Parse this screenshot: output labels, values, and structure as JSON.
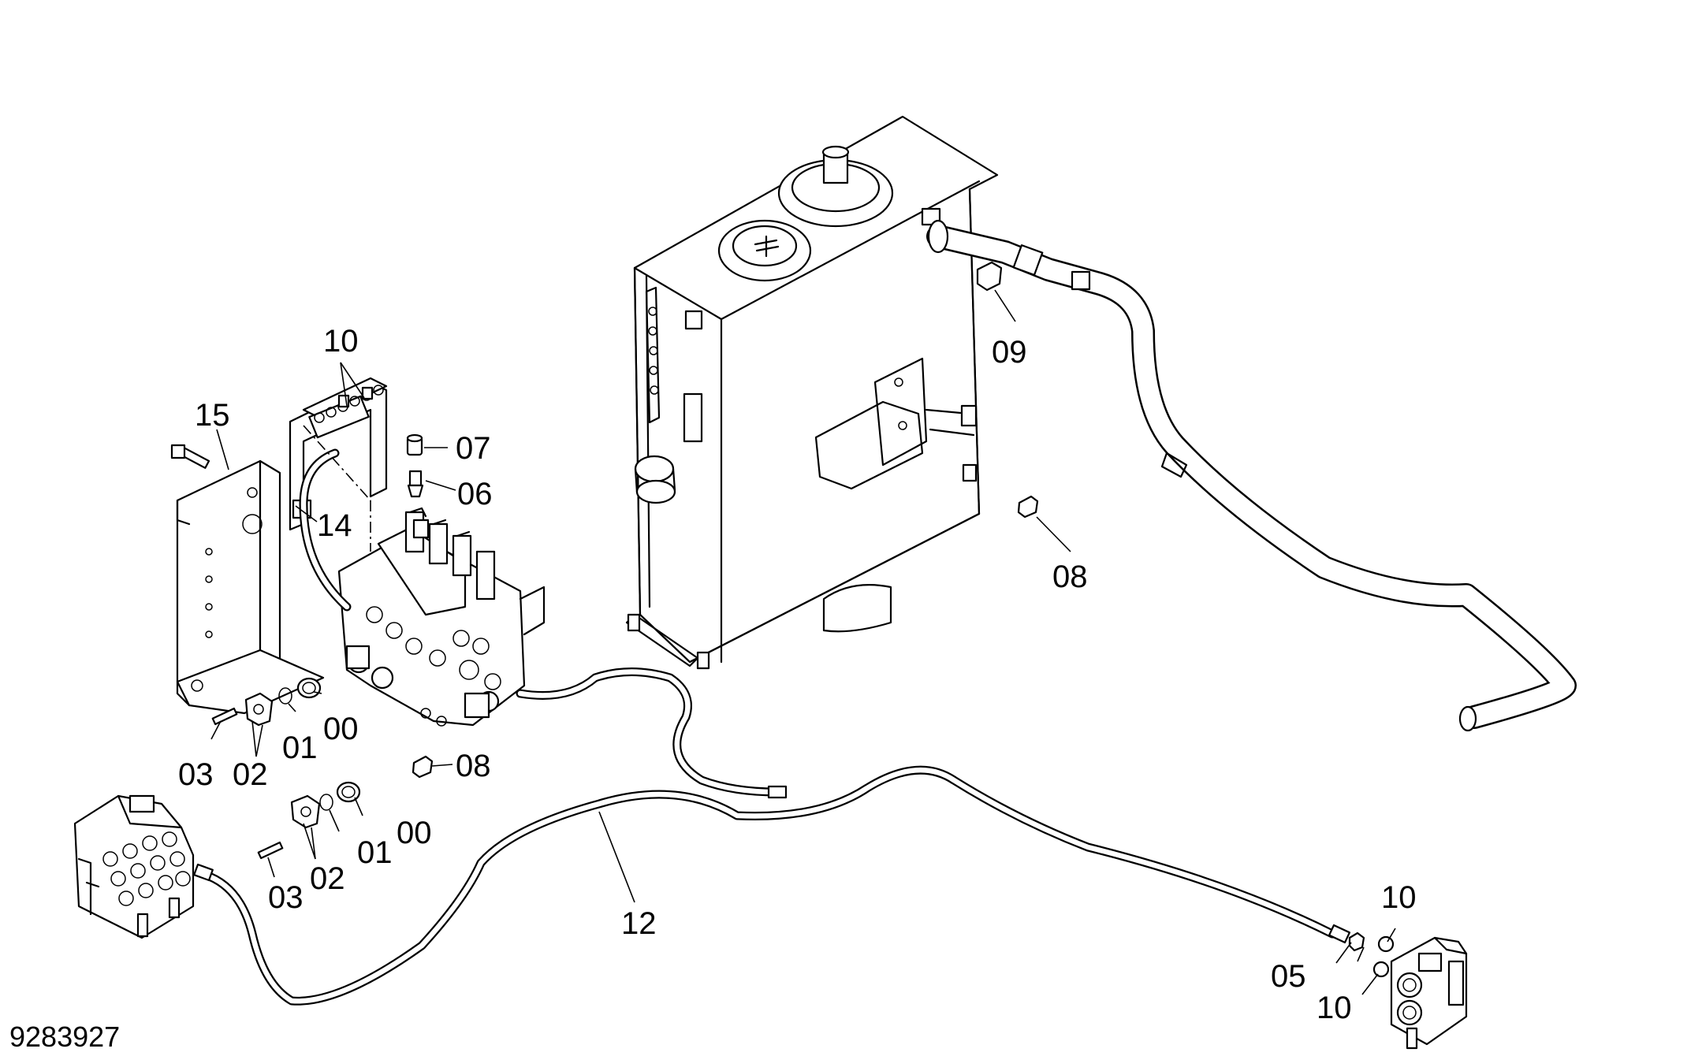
{
  "document_number": "9283927",
  "callouts": {
    "c00a": "00",
    "c00b": "00",
    "c01a": "01",
    "c01b": "01",
    "c02a": "02",
    "c02b": "02",
    "c03a": "03",
    "c03b": "03",
    "c05": "05",
    "c06": "06",
    "c07": "07",
    "c08a": "08",
    "c08b": "08",
    "c09": "09",
    "c10a": "10",
    "c10b": "10",
    "c10c": "10",
    "c12": "12",
    "c14": "14",
    "c15": "15"
  }
}
